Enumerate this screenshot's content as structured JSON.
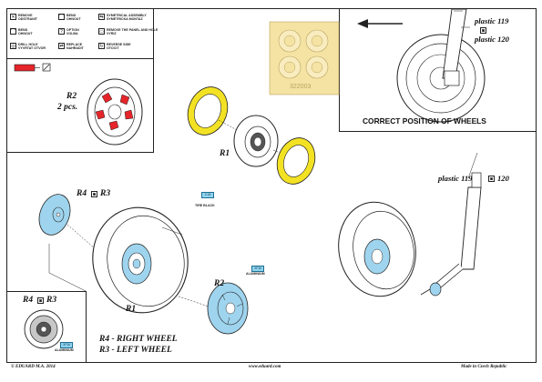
{
  "legend": {
    "items": [
      {
        "text": "REMOVE\nODSTRANIT",
        "icon": "remove-icon"
      },
      {
        "text": "BEND\nOHNOUT",
        "icon": "bend-icon"
      },
      {
        "text": "SYMETRICAL ASSEMBLY\nSYMETRICKA MONTAZ",
        "icon": "symmetry-icon"
      },
      {
        "text": "BEND\nOHNOUT",
        "icon": "bend-icon-2"
      },
      {
        "text": "OPTION\nVOLBA",
        "icon": "option-icon"
      },
      {
        "text": "REMOVE THE PANEL AND HOLE\nVYRIZ",
        "icon": "panel-icon"
      },
      {
        "text": "DRILL HOLE\nVYVRTAT OTVOR",
        "icon": "drill-icon"
      },
      {
        "text": "REPLACE\nNAHRADIT",
        "icon": "replace-icon"
      },
      {
        "text": "REVERSE SIDE\nOTOCIT",
        "icon": "reverse-icon"
      }
    ]
  },
  "mask_sheet": {
    "code": "322003"
  },
  "detail_box": {
    "plastic_119": "plastic 119",
    "plastic_120": "plastic 120",
    "caption": "CORRECT POSITION OF WHEELS"
  },
  "labels": {
    "r2_top": "R2",
    "r2_pcs": "2 pcs.",
    "r1_top": "R1",
    "r4_r3": "R4",
    "r3": "R3",
    "r1_main": "R1",
    "r2_main": "R2",
    "r4_r3_inset": "R4",
    "r3_inset": "R3",
    "plastic_callout_a": "plastic 119",
    "plastic_callout_b": "120",
    "right_wheel": "R4 - RIGHT WHEEL",
    "left_wheel": "R3 - LEFT WHEEL"
  },
  "paint": {
    "tire_black_code": "X.18",
    "tire_black": "TIRE BLACK",
    "aluminium_code": "XF16",
    "aluminium": "ALUMINIUM",
    "aluminium_inset_code": "XF16",
    "aluminium_inset": "ALUMINIUM"
  },
  "footer": {
    "copyright": "© EDUARD M.A. 2014",
    "website": "www.eduard.com",
    "made_in": "Made in Czech Republic"
  },
  "colors": {
    "mask_yellow": "#f3e224",
    "metal_blue": "#9fd4ee",
    "paint_red": "#e5252a",
    "mask_sheet": "#f5e3a4"
  }
}
